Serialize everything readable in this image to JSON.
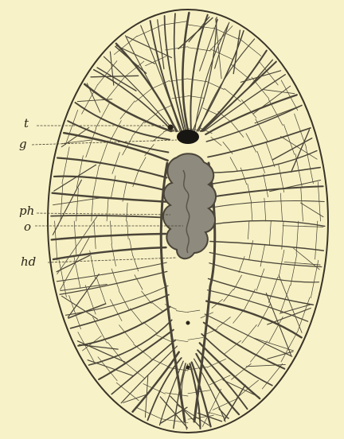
{
  "figure": {
    "background": "#f7f2c8",
    "ink": "#3b3528",
    "labels": [
      {
        "id": "t",
        "text": "t"
      },
      {
        "id": "g",
        "text": "g"
      },
      {
        "id": "ph",
        "text": "ph"
      },
      {
        "id": "o",
        "text": "o"
      },
      {
        "id": "hd",
        "text": "hd"
      }
    ]
  }
}
